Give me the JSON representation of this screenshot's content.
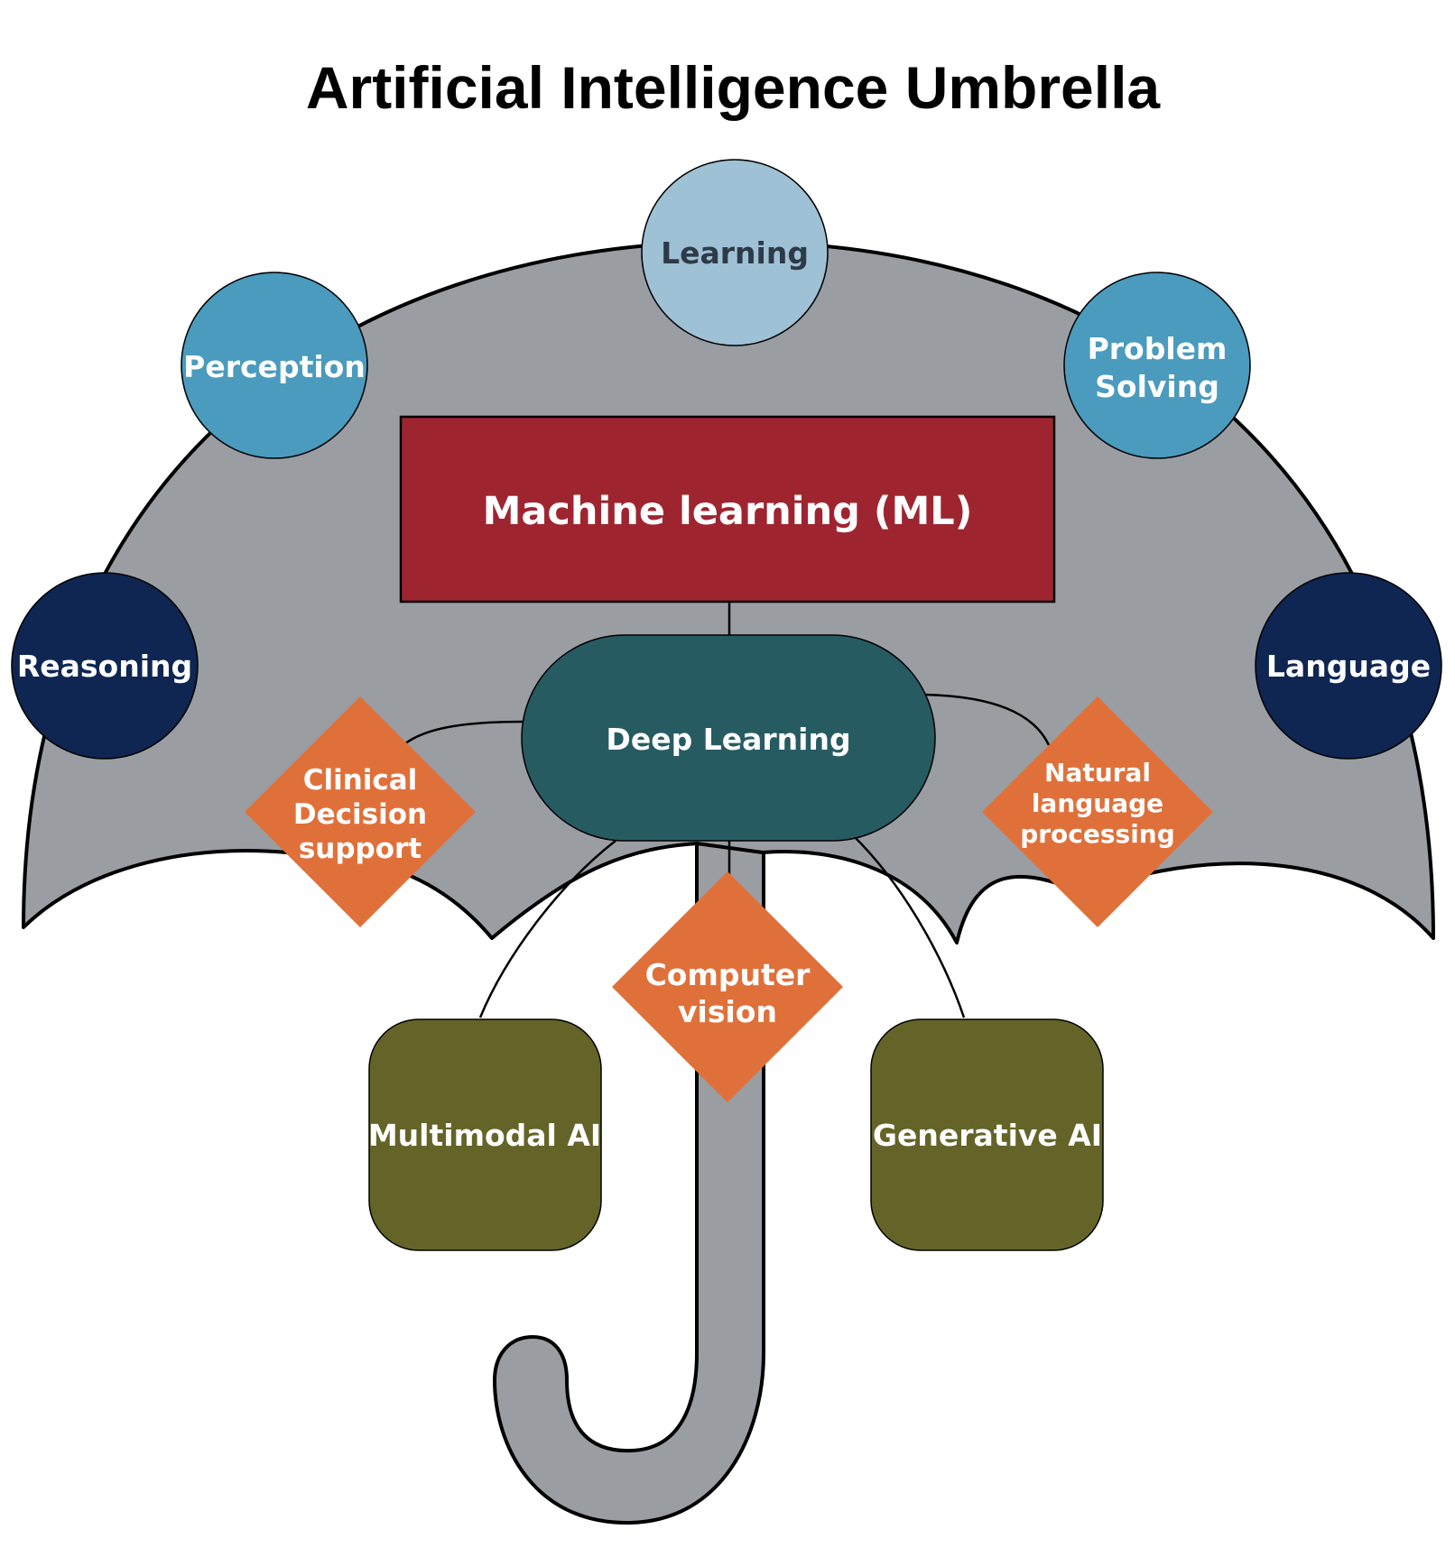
{
  "title": "Artificial Intelligence Umbrella",
  "colors": {
    "canopy": "#9a9ea3",
    "outline": "#000000",
    "light_blue": "#9fc1d6",
    "mid_blue": "#4a9bbd",
    "navy": "#0f2653",
    "crimson": "#9e2530",
    "teal": "#275b62",
    "orange": "#e0703a",
    "olive": "#656428"
  },
  "capabilities": {
    "learning": "Learning",
    "perception": "Perception",
    "problem_solving": [
      "Problem",
      "Solving"
    ],
    "reasoning": "Reasoning",
    "language": "Language"
  },
  "machine_learning": "Machine learning (ML)",
  "deep_learning": "Deep Learning",
  "applications": {
    "clinical": [
      "Clinical",
      "Decision",
      "support"
    ],
    "nlp": [
      "Natural",
      "language",
      "processing"
    ],
    "computer_vision": [
      "Computer",
      "vision"
    ]
  },
  "ai_types": {
    "multimodal": "Multimodal AI",
    "generative": "Generative AI"
  }
}
